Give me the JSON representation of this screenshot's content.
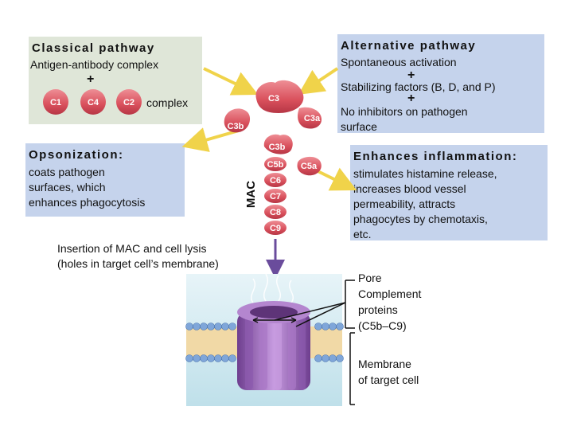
{
  "classical": {
    "title": "Classical pathway",
    "line1": "Antigen-antibody complex",
    "plus": "+",
    "complex_label": "complex",
    "molecules": [
      "C1",
      "C4",
      "C2"
    ]
  },
  "alternative": {
    "title": "Alternative pathway",
    "line1": "Spontaneous activation",
    "plus1": "+",
    "line2": "Stabilizing factors (B, D, and P)",
    "plus2": "+",
    "line3": "No inhibitors on pathogen",
    "line4": "surface"
  },
  "opsonization": {
    "title": "Opsonization:",
    "lines": [
      "coats pathogen",
      "surfaces, which",
      "enhances phagocytosis"
    ]
  },
  "inflammation": {
    "title": "Enhances inflammation:",
    "lines": [
      "stimulates histamine release,",
      "increases blood vessel",
      "permeability, attracts",
      "phagocytes by chemotaxis,",
      "etc."
    ]
  },
  "cascade": {
    "c3": "C3",
    "c3a": "C3a",
    "c3b_left": "C3b",
    "c5a": "C5a",
    "mac_label": "MAC",
    "stack": [
      "C3b",
      "C5b",
      "C6",
      "C7",
      "C8",
      "C9"
    ]
  },
  "insertion": {
    "line1": "Insertion of MAC and cell lysis",
    "line2": "(holes in target cell’s membrane)"
  },
  "labels": {
    "pore": "Pore",
    "proteins": [
      "Complement",
      "proteins",
      "(C5b–C9)"
    ],
    "membrane": [
      "Membrane",
      "of target cell"
    ]
  },
  "colors": {
    "blue_box": "#c5d3ec",
    "green_box": "#dfe6d8",
    "molecule": "#d9505c",
    "mac": "#9a65b8",
    "arrow": "#f0d34a"
  }
}
